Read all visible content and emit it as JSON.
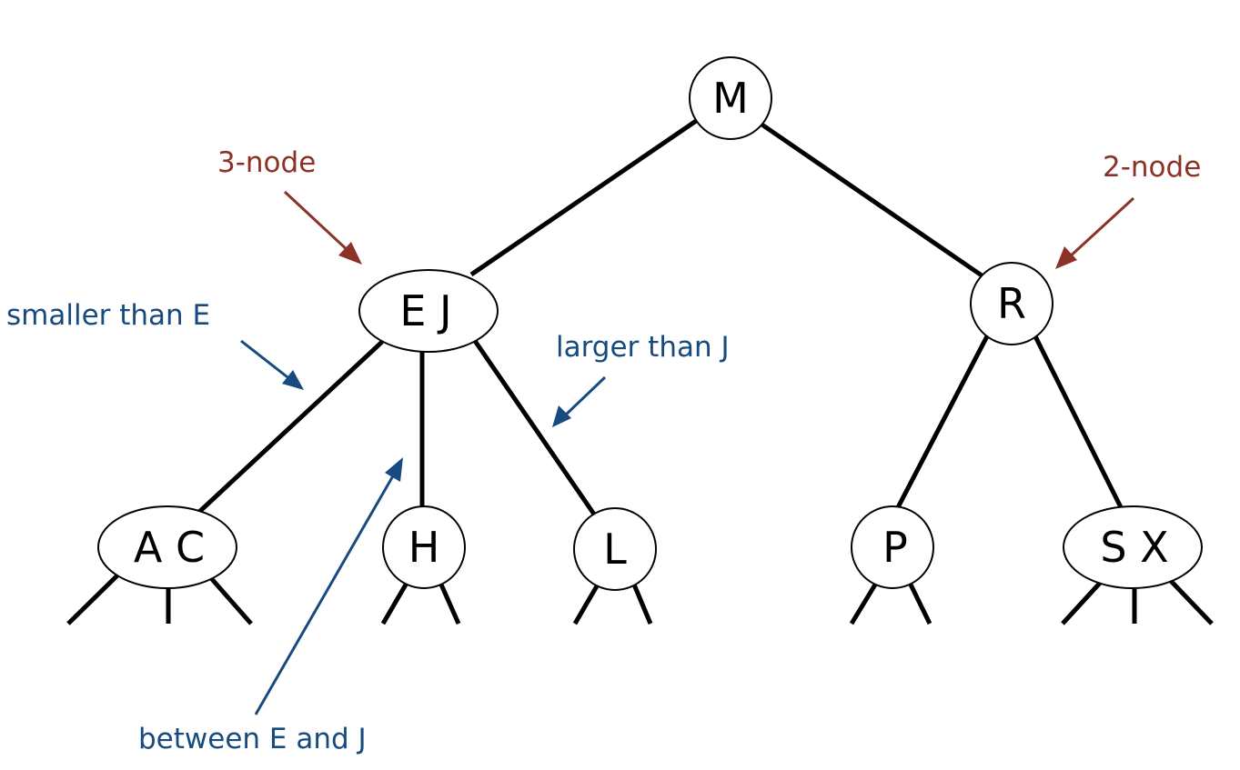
{
  "tree": {
    "root": "M",
    "left_child": "E J",
    "right_child": "R",
    "leaves": {
      "ac": "A C",
      "h": "H",
      "l": "L",
      "p": "P",
      "sx": "S X"
    }
  },
  "annotations": {
    "three_node": "3-node",
    "two_node": "2-node",
    "smaller": "smaller than E",
    "larger": "larger than J",
    "between": "between E and J"
  },
  "colors": {
    "node_type_label": "#8b3226",
    "key_range_label": "#174a7e",
    "edge": "#000000"
  }
}
